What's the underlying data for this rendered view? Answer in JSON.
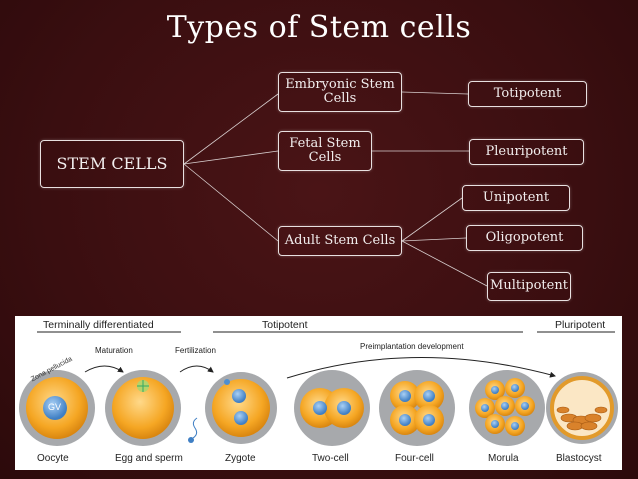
{
  "title": "Types of Stem cells",
  "nodes": {
    "stem_cells": "STEM CELLS",
    "embryonic": "Embryonic Stem\nCells",
    "fetal": "Fetal Stem\nCells",
    "adult": "Adult Stem Cells",
    "totipotent": "Totipotent",
    "pleuripotent": "Pleuripotent",
    "unipotent": "Unipotent",
    "oligopotent": "Oligopotent",
    "multipotent": "Multipotent"
  },
  "figure": {
    "headers": {
      "terminal": "Terminally differentiated",
      "totipotent": "Totipotent",
      "pluripotent": "Pluripotent"
    },
    "arrows": {
      "maturation": "Maturation",
      "fertilization": "Fertilization",
      "preimplantation": "Preimplantation development"
    },
    "annotations": {
      "zona": "Zona pellucida",
      "gv": "GV"
    },
    "stages": [
      "Oocyte",
      "Egg and sperm",
      "Zygote",
      "Two-cell",
      "Four-cell",
      "Morula",
      "Blastocyst"
    ]
  },
  "colors": {
    "background": "#3b0f10",
    "cell_orange": "#f5a623",
    "nucleus_blue": "#4f8fd0",
    "zona_gray": "#a7a9ac"
  }
}
